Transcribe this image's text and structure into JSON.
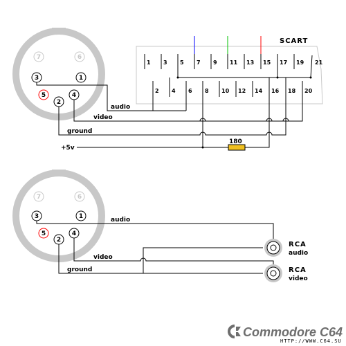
{
  "scart": {
    "title": "SCART",
    "top_pins": [
      "1",
      "3",
      "5",
      "7",
      "9",
      "11",
      "13",
      "15",
      "17",
      "19",
      "21"
    ],
    "bottom_pins": [
      "2",
      "4",
      "6",
      "8",
      "10",
      "12",
      "14",
      "16",
      "18",
      "20"
    ],
    "color_wires": {
      "pin7": "#0000ff",
      "pin11": "#00c000",
      "pin15": "#ff0000"
    }
  },
  "din_top": {
    "pins": {
      "p1": "1",
      "p2": "2",
      "p3": "3",
      "p4": "4",
      "p5": "5",
      "p6": "6",
      "p7": "7"
    },
    "ring_color": "#c8c8c8",
    "red_pin_color": "#ff0000"
  },
  "din_bottom": {
    "pins": {
      "p1": "1",
      "p2": "2",
      "p3": "3",
      "p4": "4",
      "p5": "5",
      "p6": "6",
      "p7": "7"
    }
  },
  "wires_top": {
    "audio": "audio",
    "video": "video",
    "ground": "ground",
    "power": "+5v",
    "resistor": "180",
    "resistor_color": "#f0c020"
  },
  "wires_bottom": {
    "audio": "audio",
    "video": "video",
    "ground": "ground"
  },
  "rca": {
    "audio_title": "RCA",
    "audio_sub": "audio",
    "video_title": "RCA",
    "video_sub": "video"
  },
  "footer": {
    "brand": "Commodore C64",
    "url": "HTTP://WWW.C64.SU"
  }
}
